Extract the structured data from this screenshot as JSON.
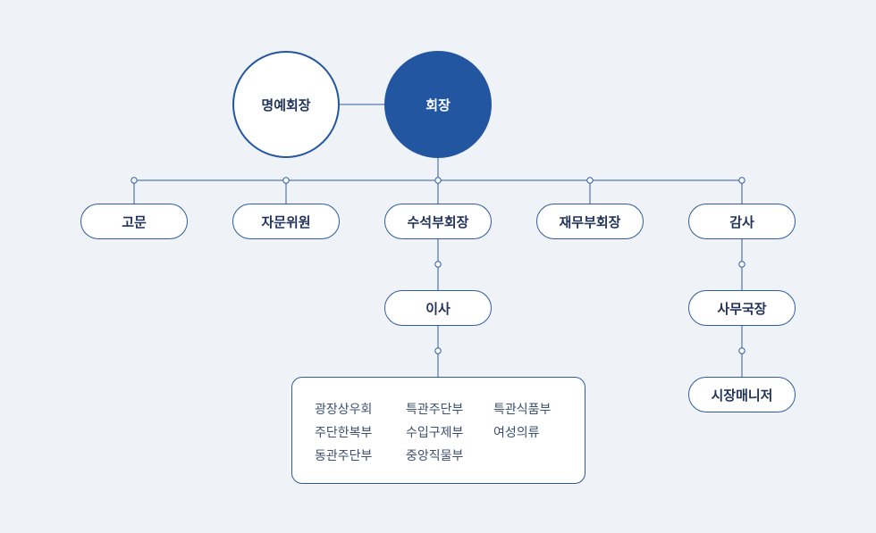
{
  "diagram": {
    "nodes": {
      "honorary_chairman": "명예회장",
      "chairman": "회장",
      "advisor": "고문",
      "advisory_committee": "자문위원",
      "senior_vice_chairman": "수석부회장",
      "finance_vice_chairman": "재무부회장",
      "auditor": "감사",
      "director": "이사",
      "secretary_general": "사무국장",
      "market_manager": "시장매니저"
    },
    "departments": [
      [
        "광장상우회",
        "특관주단부",
        "특관식품부"
      ],
      [
        "주단한복부",
        "수입구제부",
        "여성의류"
      ],
      [
        "동관주단부",
        "중앙직물부"
      ]
    ],
    "colors": {
      "background": "#eff2f7",
      "primary": "#2256a0",
      "line": "#2f5c9c",
      "text": "#22345a"
    }
  }
}
